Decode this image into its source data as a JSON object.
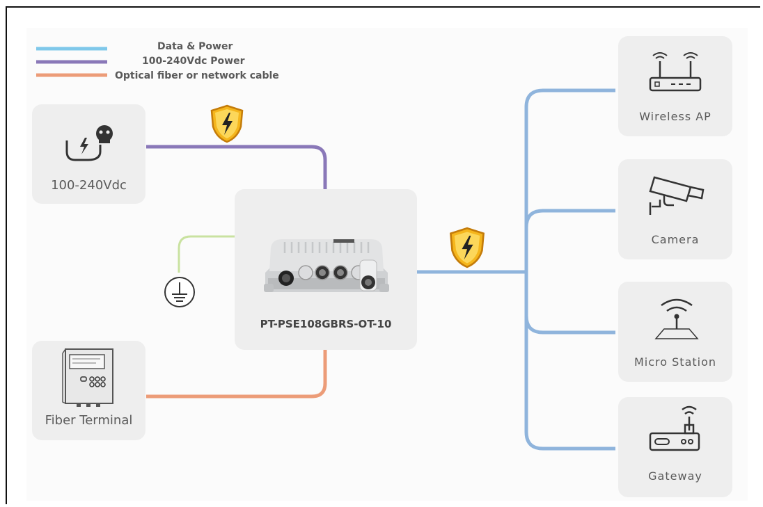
{
  "legend": [
    {
      "label": "Data & Power",
      "color": "#7fc8ea"
    },
    {
      "label": "100-240Vdc Power",
      "color": "#8a78b8"
    },
    {
      "label": "Optical fiber or network cable",
      "color": "#ec9c78"
    }
  ],
  "power_source": {
    "label": "100-240Vdc",
    "icon": "power-plug-icon"
  },
  "fiber_terminal": {
    "label": "Fiber Terminal",
    "icon": "fiber-terminal-icon"
  },
  "switch": {
    "model": "PT-PSE108GBRS-OT-10",
    "image": "outdoor-poe-switch"
  },
  "ground": {
    "icon": "ground-icon"
  },
  "surge_protection": {
    "icon": "lightning-shield-icon"
  },
  "devices": [
    {
      "label": "Wireless AP",
      "icon": "wireless-router-icon"
    },
    {
      "label": "Camera",
      "icon": "camera-icon"
    },
    {
      "label": "Micro Station",
      "icon": "micro-station-icon"
    },
    {
      "label": "Gateway",
      "icon": "gateway-icon"
    }
  ],
  "colors": {
    "power": "#8a78b8",
    "fiber": "#ec9c78",
    "data": "#8fb4dc",
    "ground": "#c9e2a0",
    "card": "#eeeeee",
    "shield": "#f5b61c"
  }
}
